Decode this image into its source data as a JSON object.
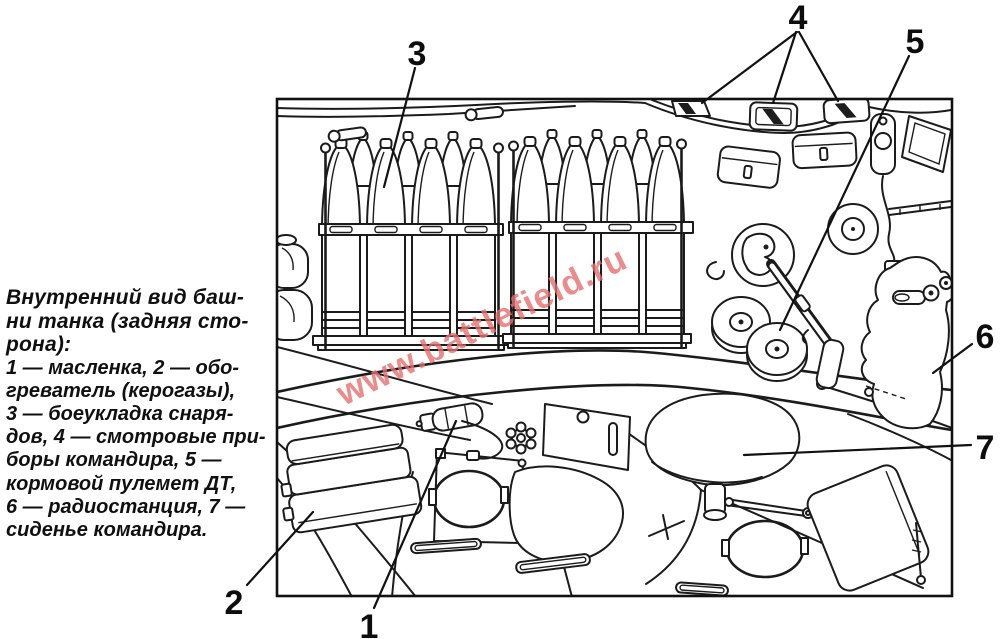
{
  "caption": {
    "title": "Внутренний вид баш-\nни танка (задняя сто-\nрона):",
    "body": "1 — масленка, 2 — обо-\nгреватель (керогазы),\n3 — боеукладка снаря-\nдов, 4 — смотровые при-\nборы командира, 5 —\nкормовой пулемет ДТ,\n6 — радиостанция, 7 —\nсиденье командира."
  },
  "diagram": {
    "subject": "Внутренний вид башни танка (задняя сторона)",
    "callouts": [
      {
        "number": "1",
        "label": "масленка"
      },
      {
        "number": "2",
        "label": "обогреватель (керогазы)"
      },
      {
        "number": "3",
        "label": "боеукладка снарядов"
      },
      {
        "number": "4",
        "label": "смотровые приборы командира"
      },
      {
        "number": "5",
        "label": "кормовой пулемет ДТ"
      },
      {
        "number": "6",
        "label": "радиостанция"
      },
      {
        "number": "7",
        "label": "сиденье командира"
      }
    ]
  },
  "watermark": {
    "text": "www.battlefield.ru",
    "color": "#e66e6e"
  },
  "colors": {
    "ink": "#1b1b1b",
    "background": "#ffffff"
  }
}
